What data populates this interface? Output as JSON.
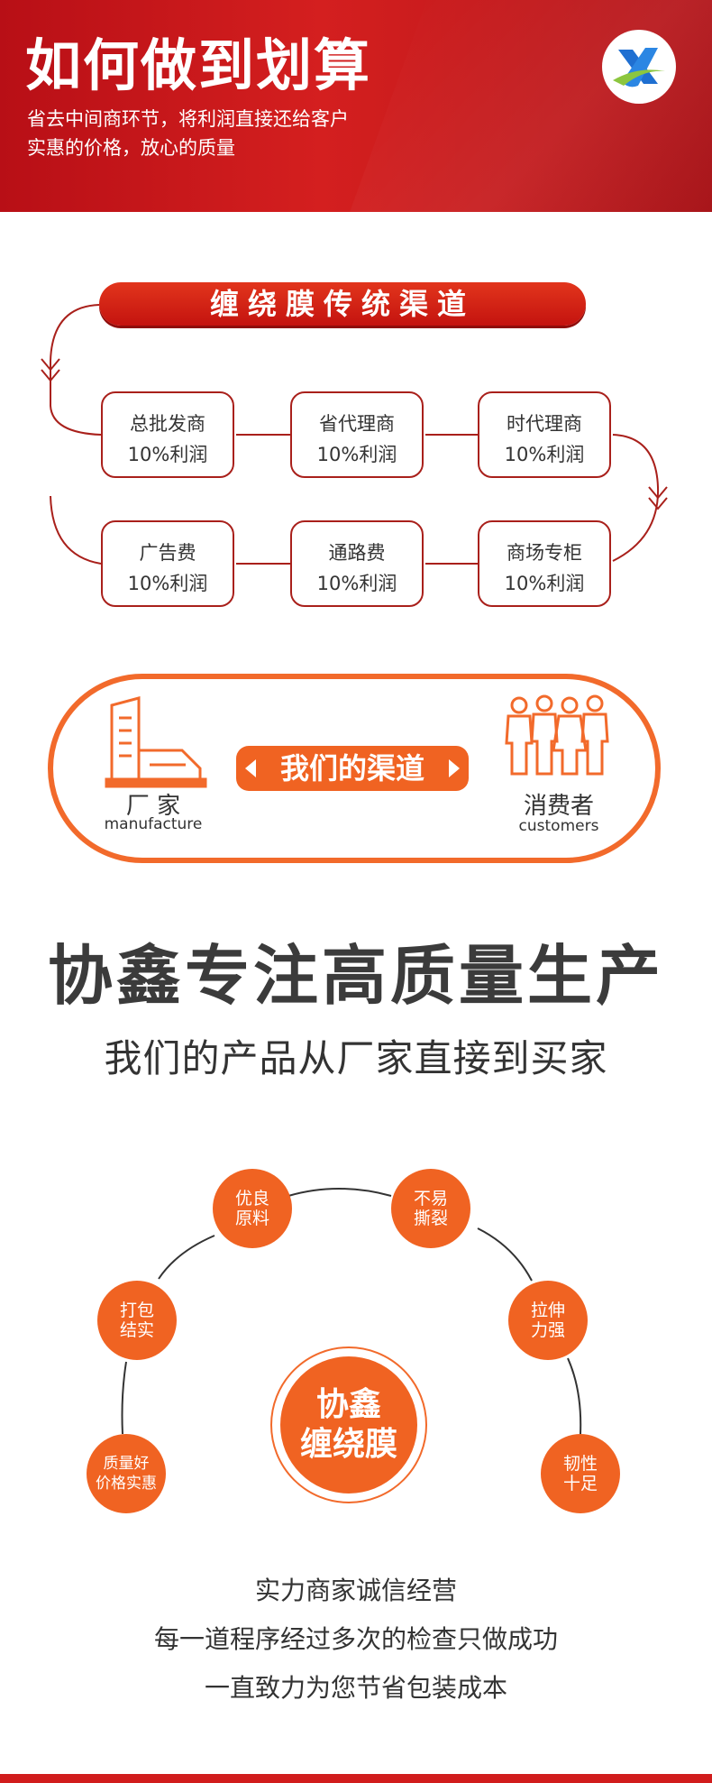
{
  "header": {
    "title": "如何做到划算",
    "subtitle_line1": "省去中间商环节，将利润直接还给客户",
    "subtitle_line2": "实惠的价格，放心的质量",
    "logo_icon": "x-logo-icon"
  },
  "traditional": {
    "title": "缠绕膜传统渠道",
    "boxes": [
      {
        "name": "总批发商",
        "profit": "10%利润"
      },
      {
        "name": "省代理商",
        "profit": "10%利润"
      },
      {
        "name": "时代理商",
        "profit": "10%利润"
      },
      {
        "name": "广告费",
        "profit": "10%利润"
      },
      {
        "name": "通路费",
        "profit": "10%利润"
      },
      {
        "name": "商场专柜",
        "profit": "10%利润"
      }
    ]
  },
  "our_channel": {
    "title": "我们的渠道",
    "factory_cn": "厂 家",
    "factory_en": "manufacture",
    "consumer_cn": "消费者",
    "consumer_en": "customers",
    "factory_icon": "building-icon",
    "consumer_icon": "people-icon"
  },
  "focus": {
    "title": "协鑫专注高质量生产",
    "subtitle": "我们的产品从厂家直接到买家"
  },
  "features": {
    "center_line1": "协鑫",
    "center_line2": "缠绕膜",
    "items": [
      {
        "l1": "优良",
        "l2": "原料"
      },
      {
        "l1": "不易",
        "l2": "撕裂"
      },
      {
        "l1": "打包",
        "l2": "结实"
      },
      {
        "l1": "拉伸",
        "l2": "力强"
      },
      {
        "l1": "质量好",
        "l2": "价格实惠"
      },
      {
        "l1": "韧性",
        "l2": "十足"
      }
    ]
  },
  "footer": {
    "line1": "实力商家诚信经营",
    "line2": "每一道程序经过多次的检查只做成功",
    "line3": "一直致力为您节省包装成本"
  },
  "colors": {
    "header_red": "#c8181c",
    "box_border": "#a9201b",
    "orange": "#f06322",
    "text_dark": "#333333"
  }
}
